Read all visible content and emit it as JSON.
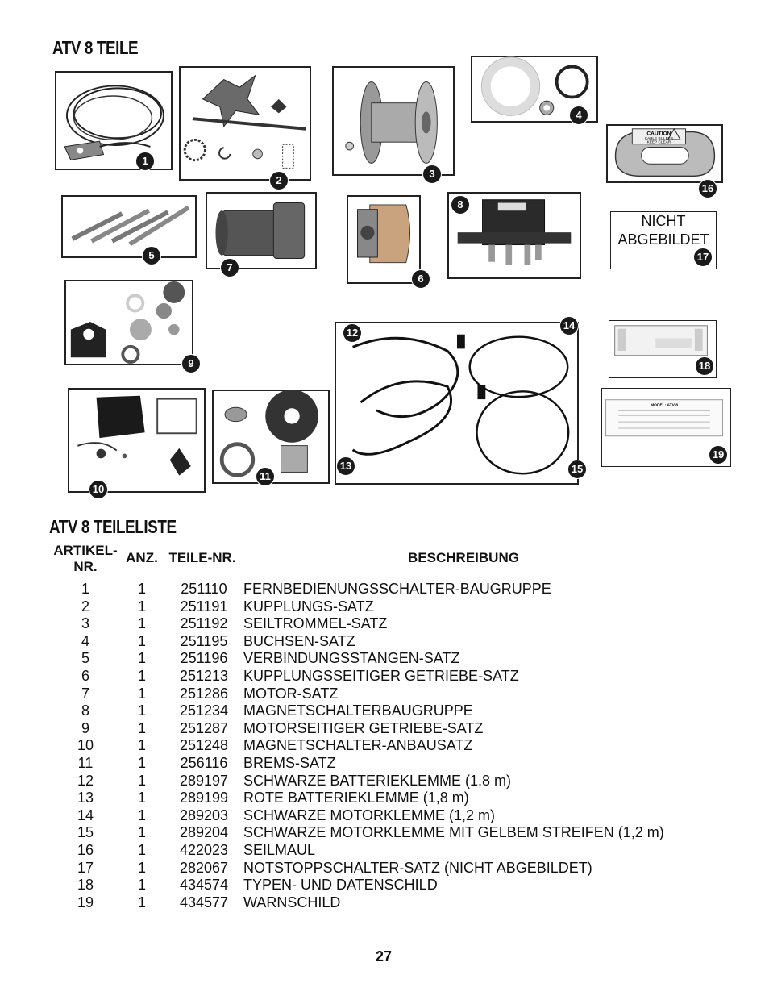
{
  "section_title": "ATV 8 TEILE",
  "list_title": "ATV 8 TEILELISTE",
  "not_shown_label": "NICHT ABGEBILDET",
  "part_badges": [
    "1",
    "2",
    "3",
    "4",
    "5",
    "6",
    "7",
    "8",
    "9",
    "10",
    "11",
    "12",
    "13",
    "14",
    "15",
    "16",
    "17",
    "18",
    "19"
  ],
  "label_caution": "CAUTION",
  "label_caution_line1": "CABLE BULBES",
  "label_caution_line2": "KEEP CLEAR",
  "model_plate_text": "MODEL: ATV 8",
  "table": {
    "headers": {
      "item_no": "ARTIKEL-NR.",
      "qty": "ANZ.",
      "part_no": "TEILE-NR.",
      "description": "BESCHREIBUNG"
    },
    "rows": [
      {
        "item": "1",
        "qty": "1",
        "part": "251110",
        "desc": "FERNBEDIENUNGSSCHALTER-BAUGRUPPE"
      },
      {
        "item": "2",
        "qty": "1",
        "part": "251191",
        "desc": "KUPPLUNGS-SATZ"
      },
      {
        "item": "3",
        "qty": "1",
        "part": "251192",
        "desc": "SEILTROMMEL-SATZ"
      },
      {
        "item": "4",
        "qty": "1",
        "part": "251195",
        "desc": "BUCHSEN-SATZ"
      },
      {
        "item": "5",
        "qty": "1",
        "part": "251196",
        "desc": "VERBINDUNGSSTANGEN-SATZ"
      },
      {
        "item": "6",
        "qty": "1",
        "part": "251213",
        "desc": "KUPPLUNGSSEITIGER GETRIEBE-SATZ"
      },
      {
        "item": "7",
        "qty": "1",
        "part": "251286",
        "desc": "MOTOR-SATZ"
      },
      {
        "item": "8",
        "qty": "1",
        "part": "251234",
        "desc": "MAGNETSCHALTERBAUGRUPPE"
      },
      {
        "item": "9",
        "qty": "1",
        "part": "251287",
        "desc": "MOTORSEITIGER GETRIEBE-SATZ"
      },
      {
        "item": "10",
        "qty": "1",
        "part": "251248",
        "desc": "MAGNETSCHALTER-ANBAUSATZ"
      },
      {
        "item": "11",
        "qty": "1",
        "part": "256116",
        "desc": "BREMS-SATZ"
      },
      {
        "item": "12",
        "qty": "1",
        "part": "289197",
        "desc": "SCHWARZE BATTERIEKLEMME (1,8 m)"
      },
      {
        "item": "13",
        "qty": "1",
        "part": "289199",
        "desc": "ROTE BATTERIEKLEMME (1,8 m)"
      },
      {
        "item": "14",
        "qty": "1",
        "part": "289203",
        "desc": "SCHWARZE MOTORKLEMME (1,2 m)"
      },
      {
        "item": "15",
        "qty": "1",
        "part": "289204",
        "desc": "SCHWARZE MOTORKLEMME MIT GELBEM STREIFEN (1,2 m)"
      },
      {
        "item": "16",
        "qty": "1",
        "part": "422023",
        "desc": "SEILMAUL"
      },
      {
        "item": "17",
        "qty": "1",
        "part": "282067",
        "desc": "NOTSTOPPSCHALTER-SATZ (NICHT ABGEBILDET)"
      },
      {
        "item": "18",
        "qty": "1",
        "part": "434574",
        "desc": "TYPEN- UND DATENSCHILD"
      },
      {
        "item": "19",
        "qty": "1",
        "part": "434577",
        "desc": "WARNSCHILD"
      }
    ]
  },
  "page_number": "27"
}
